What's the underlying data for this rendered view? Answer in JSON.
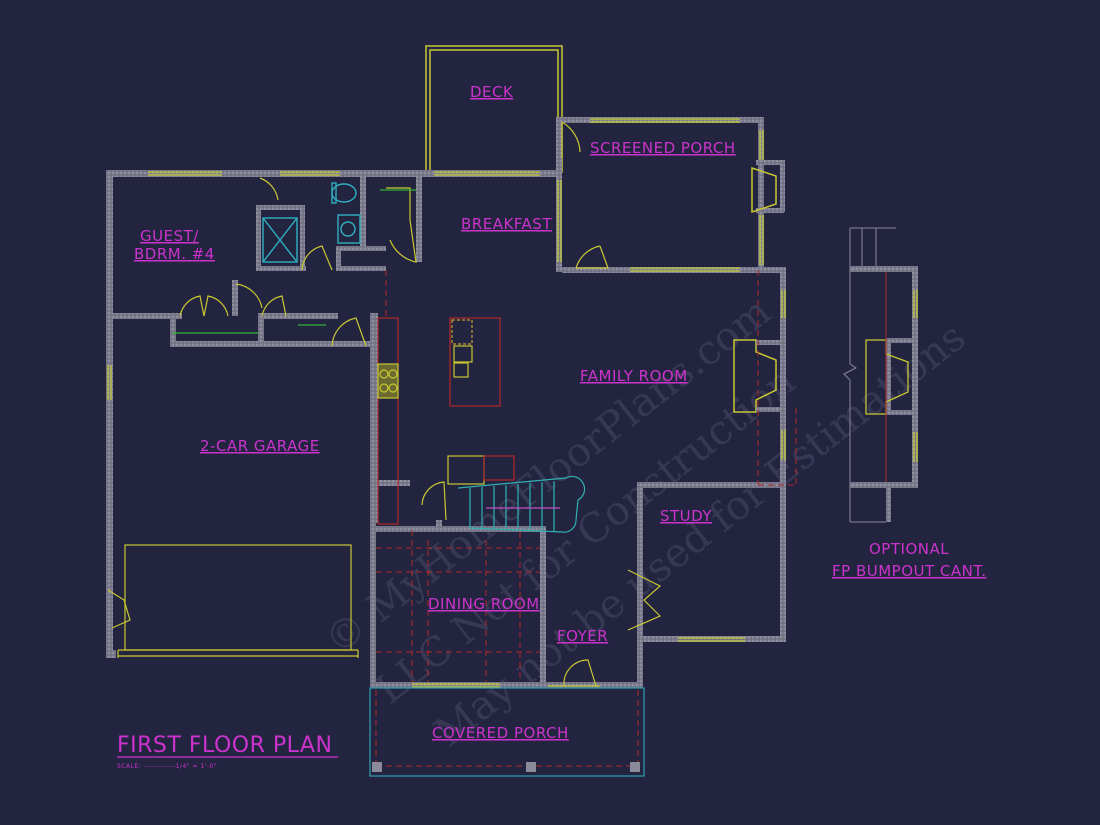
{
  "plan": {
    "title": "FIRST FLOOR PLAN",
    "scale_note": "SCALE: ------------1/4\" = 1'-0\"",
    "rooms": {
      "deck": "DECK",
      "screened_porch": "SCREENED PORCH",
      "guest_bedroom_line1": "GUEST/",
      "guest_bedroom_line2": "BDRM. #4",
      "breakfast": "BREAKFAST",
      "family_room": "FAMILY ROOM",
      "garage": "2-CAR GARAGE",
      "study": "STUDY",
      "dining_room": "DINING ROOM",
      "foyer": "FOYER",
      "covered_porch": "COVERED PORCH"
    },
    "optional_note_line1": "OPTIONAL",
    "optional_note_line2": "FP BUMPOUT CANT."
  },
  "watermark": {
    "line1": "© MyHomeFloorPlans.com",
    "line2": "LLC Not for Construction",
    "line3": "May not be used for Estimations"
  },
  "colors": {
    "background": "#232440",
    "wall": "#8a8a9a",
    "label": "#cc33cc",
    "fixture": "#c8c832",
    "dash": "#b02828",
    "stair": "#30b0b0"
  }
}
